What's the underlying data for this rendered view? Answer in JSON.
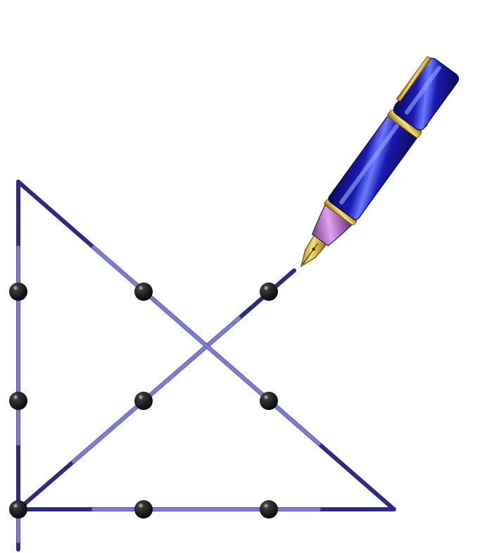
{
  "puzzle": {
    "grid": {
      "rows": 3,
      "cols": 3
    },
    "dots": [
      {
        "row": 0,
        "col": 0
      },
      {
        "row": 0,
        "col": 1
      },
      {
        "row": 0,
        "col": 2
      },
      {
        "row": 1,
        "col": 0
      },
      {
        "row": 1,
        "col": 1
      },
      {
        "row": 1,
        "col": 2
      },
      {
        "row": 2,
        "col": 0
      },
      {
        "row": 2,
        "col": 1
      },
      {
        "row": 2,
        "col": 2
      }
    ],
    "path_segments": 4
  },
  "colors": {
    "line_dark": "#2e2a80",
    "line_light": "#9a98f0",
    "dot": "#000000",
    "pen_barrel": "#1a1ab0",
    "pen_barrel_light": "#5a6aff",
    "pen_gold": "#e8c040",
    "pen_grip": "#b070c0",
    "pen_nib": "#d8b030"
  },
  "icons": {
    "pen": "fountain-pen-icon"
  }
}
